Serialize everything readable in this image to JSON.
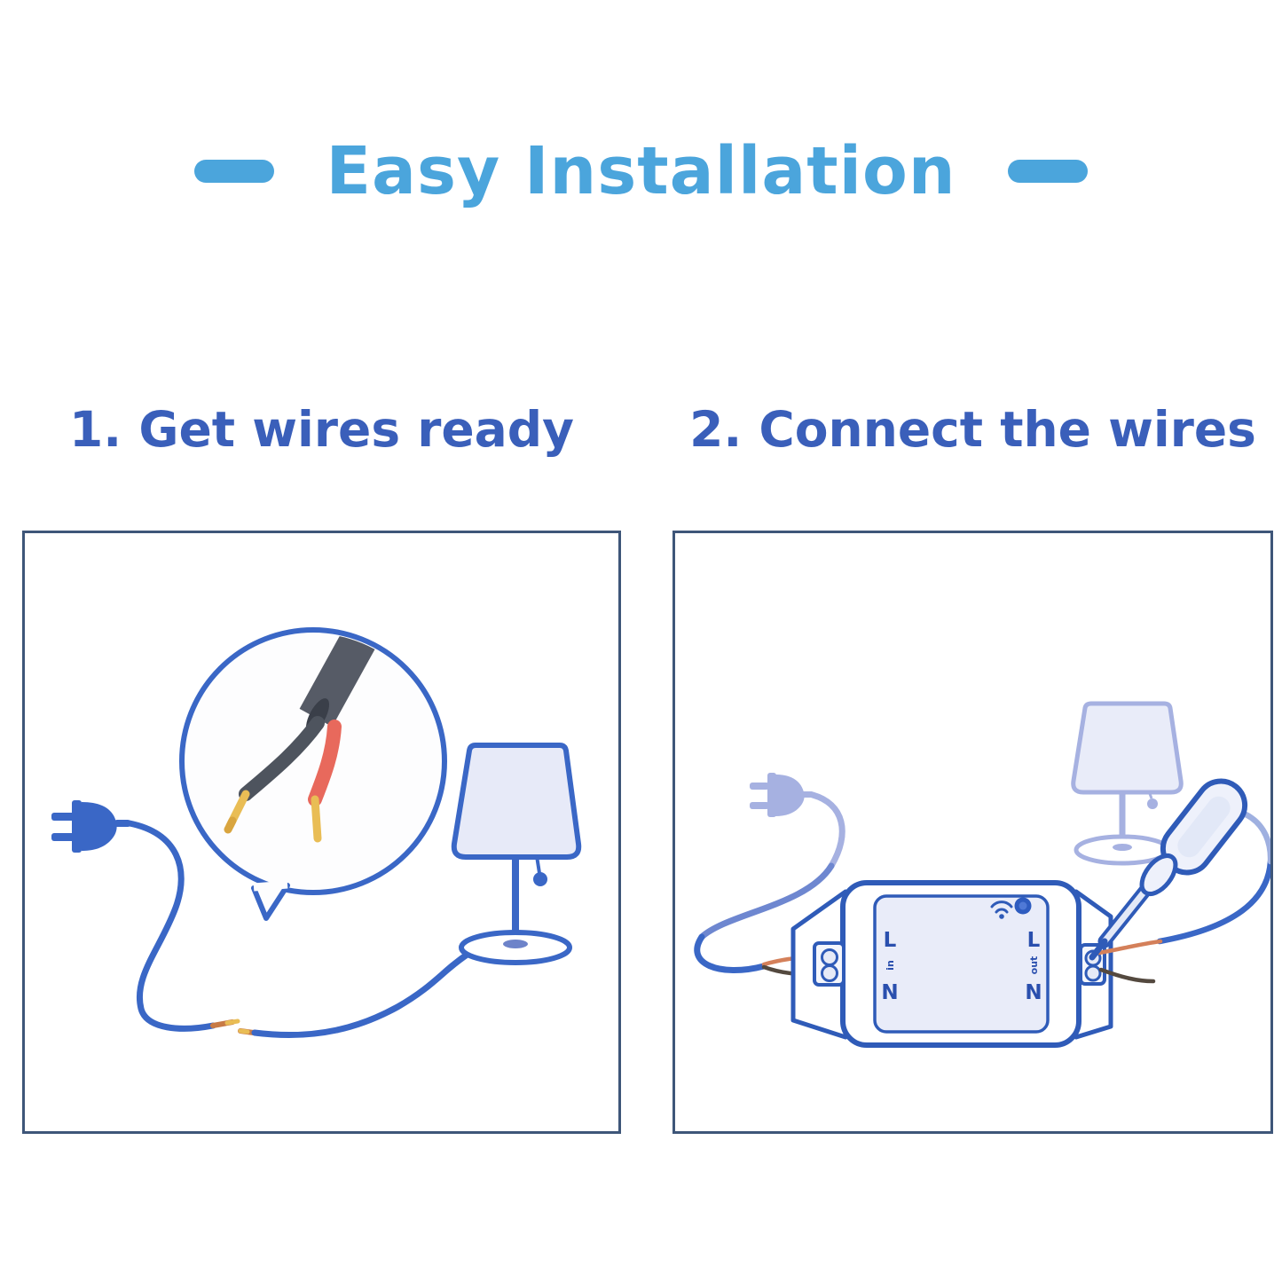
{
  "title": "Easy Installation",
  "steps": [
    {
      "heading": "1. Get wires ready"
    },
    {
      "heading": "2. Connect the wires"
    }
  ],
  "device": {
    "input_terminal_labels": {
      "line": "L",
      "mid": "in",
      "neutral": "N"
    },
    "output_terminal_labels": {
      "line": "L",
      "mid": "out",
      "neutral": "N"
    }
  },
  "colors": {
    "title_blue": "#4BA5DC",
    "heading_blue": "#3A5FBA",
    "outline_blue": "#3A67C6",
    "device_outline_blue": "#2F5BB8",
    "faded_blue": "#A6B1E1",
    "panel_border": "#3E5679",
    "cable_sheath_gray": "#565B66",
    "wire_red": "#E8695C",
    "wire_copper": "#C87A45",
    "wire_tip_yellow": "#E9BD55",
    "wire_orange": "#D4805A",
    "wire_dark_brown": "#54493F",
    "lamp_shade_fill": "#E7EAF8",
    "background": "#FFFFFF"
  }
}
